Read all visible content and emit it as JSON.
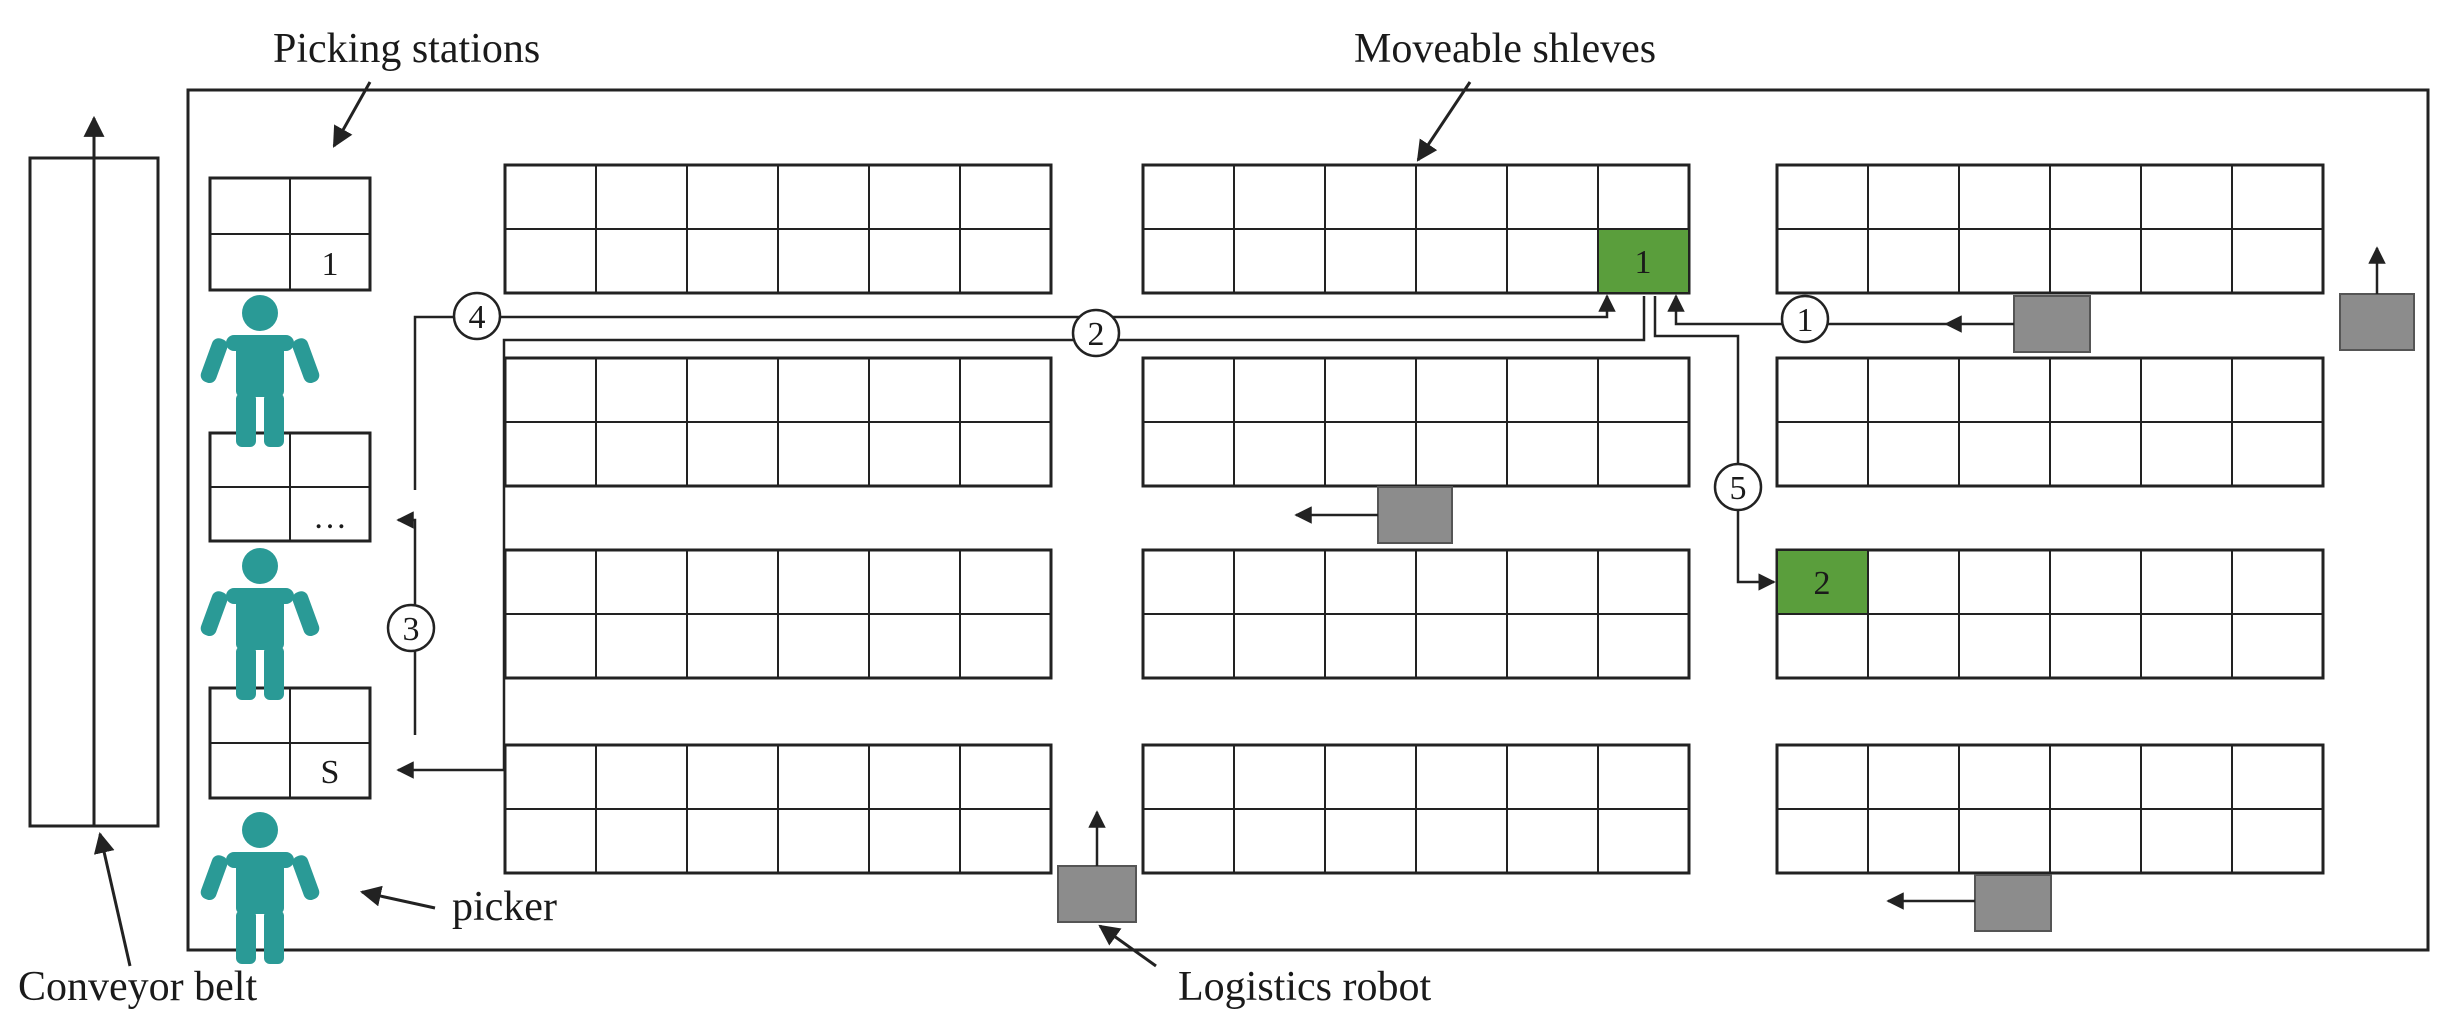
{
  "labels": {
    "picking_stations": "Picking stations",
    "moveable_shelves": "Moveable shleves",
    "conveyor_belt": "Conveyor belt",
    "logistics_robot": "Logistics robot",
    "picker": "picker"
  },
  "station_marks": [
    "1",
    "…",
    "S"
  ],
  "target_shelves": [
    "1",
    "2"
  ],
  "steps": [
    "1",
    "2",
    "3",
    "4",
    "5"
  ],
  "colors": {
    "picker": "#2a9a96",
    "target_shelf": "#5a9e3c",
    "robot": "#8c8c8c",
    "line": "#222222"
  },
  "icons": {
    "picker": "person-icon",
    "robot": "robot-icon"
  }
}
